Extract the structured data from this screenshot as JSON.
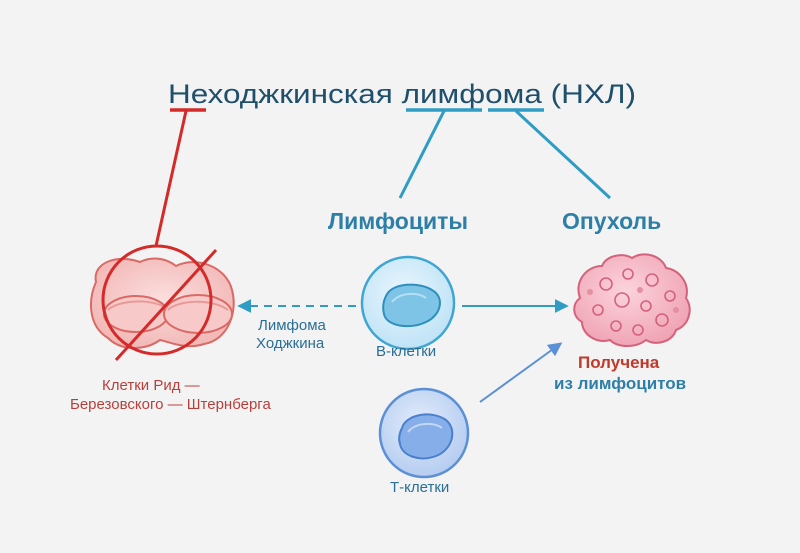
{
  "title": "Неходжкинская лимфома (НХЛ)",
  "lymphocytes_label": "Лимфоциты",
  "tumor_label": "Опухоль",
  "hodgkin_label_line1": "Лимфома",
  "hodgkin_label_line2": "Ходжкина",
  "b_cells_label": "В-клетки",
  "t_cells_label": "Т-клетки",
  "rs_cells_line1": "Клетки Рид —",
  "rs_cells_line2": "Березовского — Штернберга",
  "derived_line1": "Получена",
  "derived_line2": "из лимфоцитов",
  "colors": {
    "title": "#1f4f6b",
    "accent_blue": "#2e9cc4",
    "accent_red": "#d42a2a",
    "label_red": "#c0392b"
  }
}
